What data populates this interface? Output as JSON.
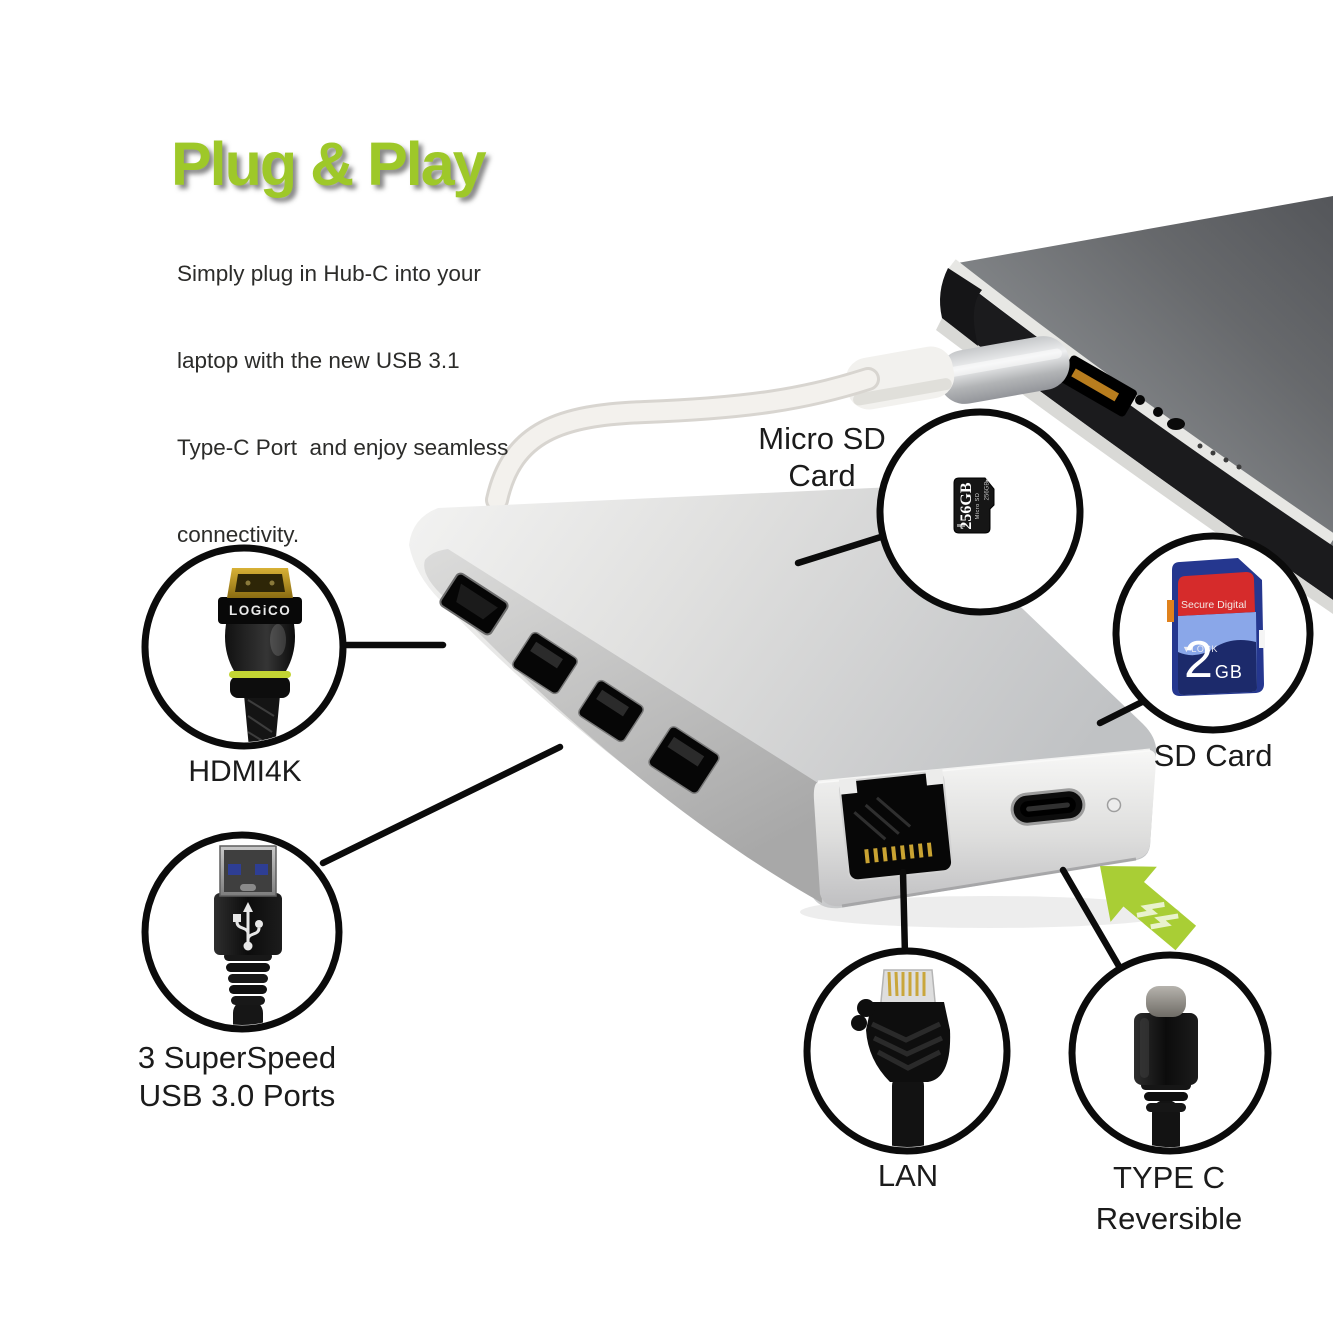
{
  "colors": {
    "accent_green": "#9ec829",
    "arrow_green": "#a9ce35",
    "sd_red": "#d62b2b",
    "sd_blue": "#25378f",
    "sd_navy": "#1c2a6b",
    "sd_light_blue": "#8aa7e9"
  },
  "header": {
    "title": "Plug & Play",
    "description_lines": [
      "Simply plug in Hub-C into your",
      "laptop with the new USB 3.1",
      "Type-C Port  and enjoy seamless",
      "connectivity."
    ]
  },
  "callouts": {
    "micro_sd": {
      "line1": "Micro SD",
      "line2": "Card"
    },
    "sd": {
      "label": "SD Card"
    },
    "hdmi": {
      "label": "HDMI4K"
    },
    "usb": {
      "line1": "3 SuperSpeed",
      "line2": "USB 3.0 Ports"
    },
    "lan": {
      "label": "LAN"
    },
    "type_c": {
      "line1": "TYPE C",
      "line2": "Reversible"
    }
  },
  "art": {
    "micro_sd": {
      "capacity": "256GB",
      "type_label": "Micro SD",
      "edge_label": "256GB▸"
    },
    "sd": {
      "brand": "Secure Digital",
      "lock": "▼LOCK",
      "capacity": "2",
      "unit": "GB"
    },
    "hdmi": {
      "brand": "LOGiCO"
    }
  }
}
